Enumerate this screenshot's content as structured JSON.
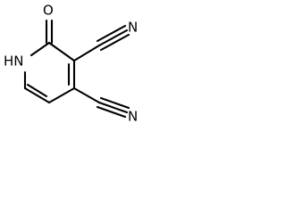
{
  "molecule": {
    "labels": {
      "carbonyl_oxygen": "O",
      "ring_nh": "HN",
      "nitrile_nitrogen_top": "N",
      "nitrile_nitrogen_right": "N"
    }
  }
}
